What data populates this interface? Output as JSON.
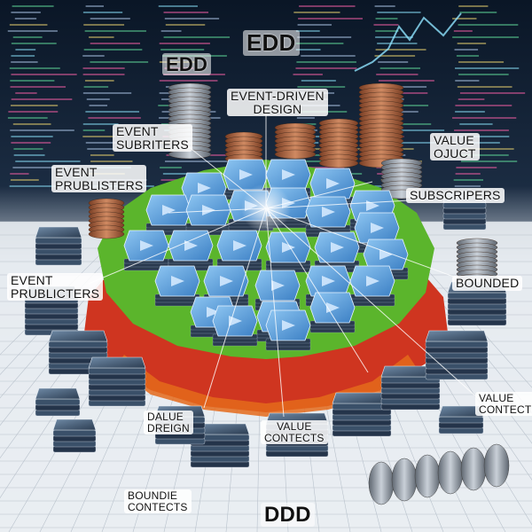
{
  "labels": {
    "edd_top": "EDD",
    "edd_left": "EDD",
    "event_driven_1": "EVENT-DRIVEN",
    "event_driven_2": "DESIGN",
    "event_subscribers_1": "EVENT",
    "event_subscribers_2": "SUBRITERS",
    "event_publishers_top_1": "EVENT",
    "event_publishers_top_2": "PRUBLISTERS",
    "value_object_1": "VALUE",
    "value_object_2": "OJUCT",
    "subscribers": "SUBSCRIPERS",
    "event_publishers_left_1": "EVENT",
    "event_publishers_left_2": "PRUBLICTERS",
    "bounded": "BOUNDED",
    "dalue_1": "DALUE",
    "dalue_2": "DREIGN",
    "value_contects_center_1": "VALUE",
    "value_contects_center_2": "CONTECTS",
    "value_contects_right_1": "VALUE",
    "value_contects_right_2": "CONTECT",
    "boundie_1": "BOUNDIE",
    "boundie_2": "CONTECTS",
    "ddd": "DDD"
  },
  "colors": {
    "background": "#0d1a2b",
    "code_green": "#59c98f",
    "code_pink": "#e05a9a",
    "tile_blue": "#4a90d0",
    "tile_blue_light": "#7db8ea",
    "stack_dark": "#2e3e52",
    "coin_copper": "#b86a45",
    "coin_silver": "#9aa3ad",
    "gear_green": "#57b22a",
    "gear_red": "#d0341d",
    "gear_orange": "#e86a1c",
    "grid_paper": "#e9edf2"
  }
}
